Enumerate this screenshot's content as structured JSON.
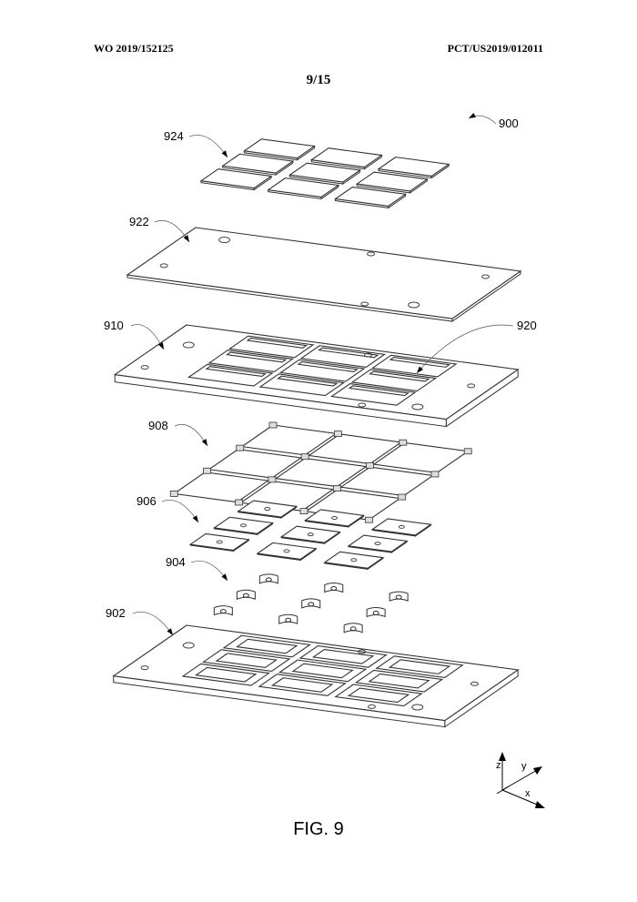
{
  "header": {
    "left": "WO 2019/152125",
    "right": "PCT/US2019/012011",
    "page": "9/15"
  },
  "figure_label": "FIG. 9",
  "references": {
    "assembly": "900",
    "top_pads": "924",
    "cover_plate": "922",
    "frame_plate": "910",
    "pockets": "920",
    "interconnect_grid": "908",
    "middle_pads": "906",
    "clips": "904",
    "base_plate": "902"
  },
  "axes": {
    "x": "x",
    "y": "y",
    "z": "z"
  }
}
